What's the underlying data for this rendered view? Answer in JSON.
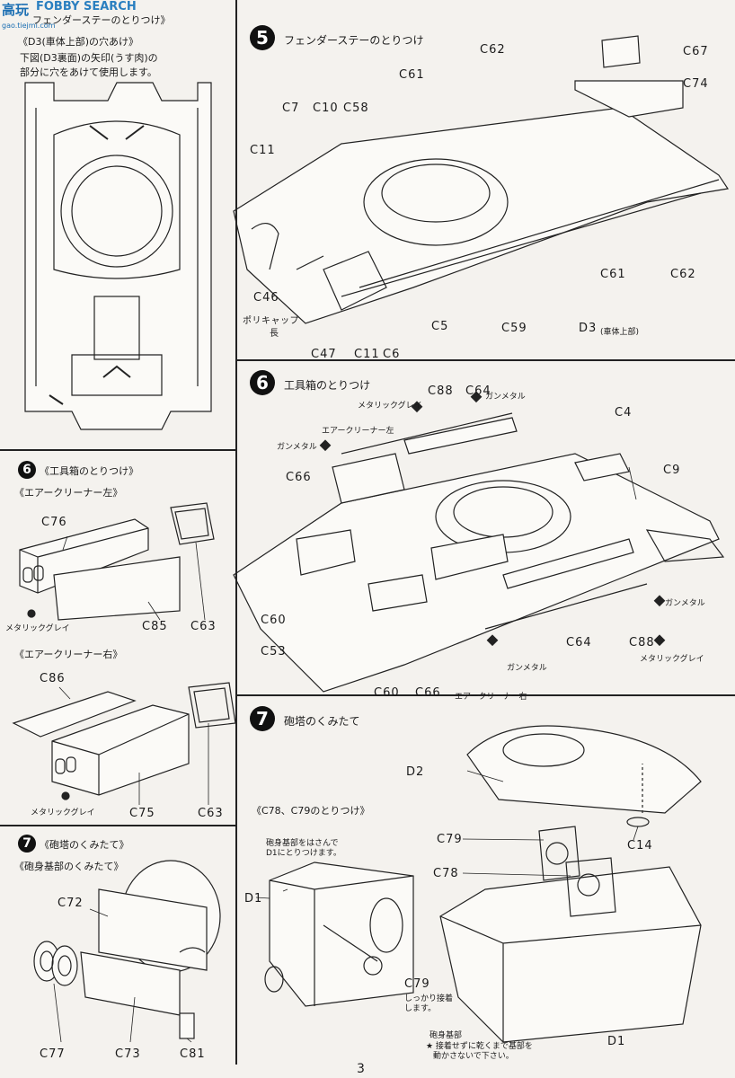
{
  "watermark": {
    "logo_text": "高玩",
    "site_text": "FOBBY SEARCH",
    "url": "gao.tiejmi.com"
  },
  "left": {
    "top_caption_partial": "フェンダーステーのとりつけ》",
    "d3_note_title": "《D3(車体上部)の穴あけ》",
    "d3_note_line1": "下図(D3裏面)の矢印(うす肉)の",
    "d3_note_line2": "部分に穴をあけて使用します。",
    "step6_num": "6",
    "step6_title": "《工具箱のとりつけ》",
    "aircleaner_left": "《エアークリーナー左》",
    "aircleaner_right": "《エアークリーナー右》",
    "step7_num": "7",
    "step7_title": "《砲塔のくみたて》",
    "gun_base_title": "《砲身基部のくみたて》",
    "labels": {
      "c76": "C76",
      "c85": "C85",
      "c63a": "C63",
      "metallic_grey_a": "メタリックグレイ",
      "c86": "C86",
      "c75": "C75",
      "c63b": "C63",
      "metallic_grey_b": "メタリックグレイ",
      "c72": "C72",
      "c77": "C77",
      "c73": "C73",
      "c81": "C81"
    }
  },
  "right": {
    "step5_num": "5",
    "step5_title": "フェンダーステーのとりつけ",
    "step5_labels": {
      "c62a": "C62",
      "c67": "C67",
      "c74": "C74",
      "c61a": "C61",
      "c7": "C7",
      "c10": "C10",
      "c58": "C58",
      "c11a": "C11",
      "c46": "C46",
      "polycap": "ポリキャップ",
      "polycap2": "長",
      "c47": "C47",
      "c11b": "C11",
      "c6": "C6",
      "c5": "C5",
      "c59": "C59",
      "d3": "D3",
      "d3_note": "(車体上部)",
      "c61b": "C61",
      "c62b": "C62"
    },
    "step6_num": "6",
    "step6_title": "工具箱のとりつけ",
    "step6_labels": {
      "metallic_grey_a": "メタリックグレイ",
      "c88a": "C88",
      "c64a": "C64",
      "gunmetal_a": "ガンメタル",
      "c4": "C4",
      "aircleaner_left": "エアークリーナー左",
      "gunmetal_b": "ガンメタル",
      "c66a": "C66",
      "c9": "C9",
      "c60a": "C60",
      "c53": "C53",
      "gunmetal_c": "ガンメタル",
      "c88b": "C88",
      "metallic_grey_b": "メタリックグレイ",
      "c64b": "C64",
      "gunmetal_d": "ガンメタル",
      "c60b": "C60",
      "c66b": "C66",
      "aircleaner_right": "エアークリーナー右"
    },
    "step7_num": "7",
    "step7_title": "砲塔のくみたて",
    "step7_labels": {
      "d2": "D2",
      "c78_c79": "《C78、C79のとりつけ》",
      "note_a1": "砲身基部をはさんで",
      "note_a2": "D1にとりつけます。",
      "d1a": "D1",
      "c79a": "C79",
      "c79_note1": "しっかり接着",
      "c79_note2": "します。",
      "c79b": "C79",
      "c14": "C14",
      "c78": "C78",
      "gun_base": "砲身基部",
      "gun_base_note1": "★ 接着せずに乾くまで基部を",
      "gun_base_note2": "動かさないで下さい。",
      "d1b": "D1"
    }
  },
  "page_number": "3"
}
